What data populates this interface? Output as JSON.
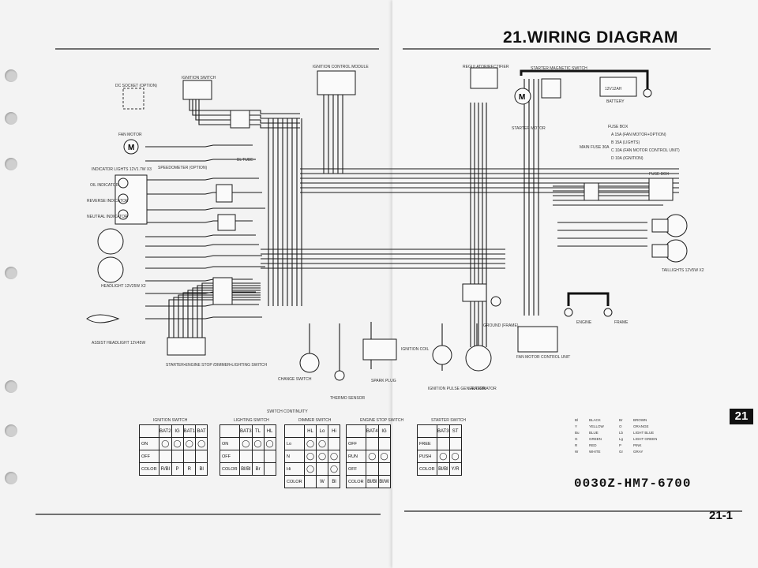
{
  "document": {
    "title": "21.WIRING DIAGRAM",
    "section_tab": "21",
    "part_number": "0030Z-HM7-6700",
    "page_number": "21-1"
  },
  "left_labels": {
    "dc_socket": "DC SOCKET (OPTION)",
    "ignition_switch": "IGNITION SWITCH",
    "ignition_control_module": "IGNITION CONTROL MODULE",
    "fan_motor": "FAN MOTOR",
    "indicator_lights": "INDICATOR LIGHTS  12V1.7W X3",
    "oil_indicator": "OIL INDICATOR",
    "reverse_indicator": "REVERSE INDICATOR",
    "neutral_indicator": "NEUTRAL INDICATOR",
    "speedometer": "SPEEDOMETER (OPTION)",
    "headlight": "HEADLIGHT  12V25W X2",
    "assist_headlight": "ASSIST HEADLIGHT  12V45W",
    "starter_engine_stop": "STARTER•ENGINE STOP /DIMMER•LIGHTING SWITCH",
    "change_switch": "CHANGE SWITCH",
    "thermo_sensor": "THERMO SENSOR",
    "spark_plug": "SPARK PLUG",
    "ignition_coil": "IGNITION COIL",
    "pcm_bl_tube": "BL TUBE"
  },
  "right_labels": {
    "regulator_rectifier": "REGULATOR/RECTIFIER",
    "starter_magnetic_switch": "STARTER MAGNETIC SWITCH",
    "battery": "12V12AH",
    "battery_caption": "BATTERY",
    "starter_motor": "STARTER MOTOR",
    "fuse_box": "FUSE BOX",
    "fuse_a": "A  15A (FAN MOTOR+OPTION)",
    "fuse_b": "B  15A (LIGHTS)",
    "fuse_c": "C  10A (FAN MOTOR CONTROL UNIT)",
    "fuse_d": "D  10A (IGNITION)",
    "main_fuse": "MAIN FUSE 30A",
    "fuse_box_2": "FUSE BOX",
    "taillights": "TAILLIGHTS  12V5W X2",
    "ground_frame": "GROUND (FRAME)",
    "engine": "ENGINE",
    "frame": "FRAME",
    "ignition_pulse_generator": "IGNITION PULSE GENERATOR",
    "alternator": "ALTERNATOR",
    "fan_motor_control_unit": "FAN MOTOR CONTROL UNIT"
  },
  "continuity": {
    "title": "SWITCH CONTINUITY",
    "tables": [
      {
        "name": "IGNITION SWITCH",
        "cols": [
          "BAT2",
          "IG",
          "BAT1",
          "BAT"
        ],
        "rows": [
          {
            "label": "ON",
            "cells": [
              "o",
              "o",
              "o",
              "o"
            ]
          },
          {
            "label": "OFF",
            "cells": [
              "",
              "",
              "",
              ""
            ]
          },
          {
            "label": "COLOR",
            "cells": [
              "R/Bl",
              "P",
              "R",
              "Bl"
            ]
          }
        ]
      },
      {
        "name": "LIGHTING SWITCH",
        "cols": [
          "BAT3",
          "TL",
          "HL"
        ],
        "rows": [
          {
            "label": "ON",
            "cells": [
              "o",
              "o",
              "o"
            ]
          },
          {
            "label": "OFF",
            "cells": [
              "",
              "",
              ""
            ]
          },
          {
            "label": "COLOR",
            "cells": [
              "Bl/Bl",
              "Br",
              ""
            ]
          }
        ]
      },
      {
        "name": "DIMMER SWITCH",
        "cols": [
          "HL",
          "Lo",
          "Hi"
        ],
        "rows": [
          {
            "label": "Lo",
            "cells": [
              "o",
              "o",
              ""
            ]
          },
          {
            "label": "N",
            "cells": [
              "o",
              "o",
              "o"
            ]
          },
          {
            "label": "Hi",
            "cells": [
              "o",
              "",
              "o"
            ]
          },
          {
            "label": "COLOR",
            "cells": [
              "",
              "W",
              "Bl"
            ]
          }
        ]
      },
      {
        "name": "ENGINE STOP SWITCH",
        "cols": [
          "BAT4",
          "IG"
        ],
        "rows": [
          {
            "label": "OFF",
            "cells": [
              "",
              ""
            ]
          },
          {
            "label": "RUN",
            "cells": [
              "o",
              "o"
            ]
          },
          {
            "label": "OFF",
            "cells": [
              "",
              ""
            ]
          },
          {
            "label": "COLOR",
            "cells": [
              "Bl/Bl",
              "Bl/W"
            ]
          }
        ]
      },
      {
        "name": "STARTER SWITCH",
        "cols": [
          "BAT3",
          "ST"
        ],
        "rows": [
          {
            "label": "FREE",
            "cells": [
              "",
              ""
            ]
          },
          {
            "label": "PUSH",
            "cells": [
              "o",
              "o"
            ]
          },
          {
            "label": "COLOR",
            "cells": [
              "Bl/Bl",
              "Y/R"
            ]
          }
        ]
      }
    ]
  },
  "color_legend": [
    {
      "code": "Bl",
      "name": "BLACK"
    },
    {
      "code": "Br",
      "name": "BROWN"
    },
    {
      "code": "Y",
      "name": "YELLOW"
    },
    {
      "code": "O",
      "name": "ORANGE"
    },
    {
      "code": "Bu",
      "name": "BLUE"
    },
    {
      "code": "Lb",
      "name": "LIGHT BLUE"
    },
    {
      "code": "G",
      "name": "GREEN"
    },
    {
      "code": "Lg",
      "name": "LIGHT GREEN"
    },
    {
      "code": "R",
      "name": "RED"
    },
    {
      "code": "P",
      "name": "PINK"
    },
    {
      "code": "W",
      "name": "WHITE"
    },
    {
      "code": "Gr",
      "name": "GRAY"
    }
  ]
}
